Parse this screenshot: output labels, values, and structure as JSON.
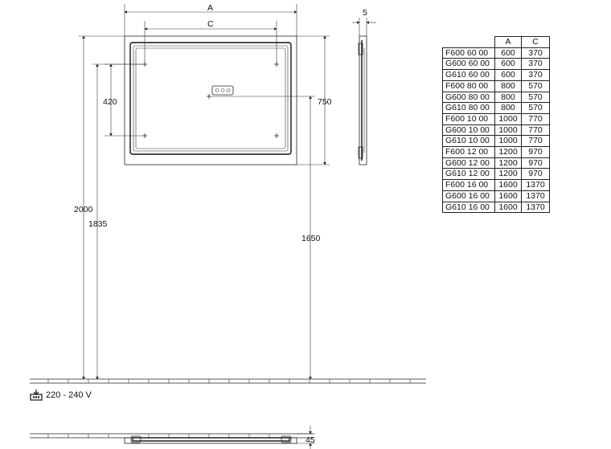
{
  "dimensions": {
    "a_label": "A",
    "c_label": "C",
    "five": "5",
    "v420": "420",
    "v750": "750",
    "v2000": "2000",
    "v1835": "1835",
    "v1650": "1650",
    "v45": "45"
  },
  "table": {
    "headers": [
      "",
      "A",
      "C"
    ],
    "rows": [
      [
        "F600 60 00",
        "600",
        "370"
      ],
      [
        "G600 60 00",
        "600",
        "370"
      ],
      [
        "G610 60 00",
        "600",
        "370"
      ],
      [
        "F600 80 00",
        "800",
        "570"
      ],
      [
        "G600 80 00",
        "800",
        "570"
      ],
      [
        "G610 80 00",
        "800",
        "570"
      ],
      [
        "F600 10 00",
        "1000",
        "770"
      ],
      [
        "G600 10 00",
        "1000",
        "770"
      ],
      [
        "G610 10 00",
        "1000",
        "770"
      ],
      [
        "F600 12 00",
        "1200",
        "970"
      ],
      [
        "G600 12 00",
        "1200",
        "970"
      ],
      [
        "G610 12 00",
        "1200",
        "970"
      ],
      [
        "F600 16 00",
        "1600",
        "1370"
      ],
      [
        "G600 16 00",
        "1600",
        "1370"
      ],
      [
        "G610 16 00",
        "1600",
        "1370"
      ]
    ]
  },
  "power": {
    "voltage": "220 - 240 V",
    "icon": "power-supply-icon"
  }
}
